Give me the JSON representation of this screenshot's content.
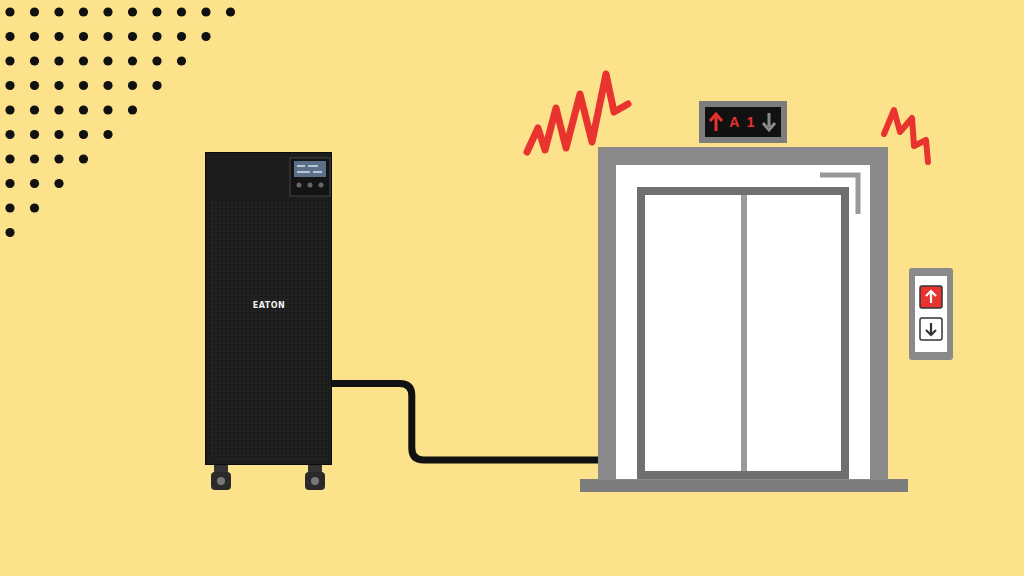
{
  "diagram": {
    "nodes": [
      {
        "text": [
          "EATON"
        ]
      },
      {
        "text": [
          "A 1"
        ]
      }
    ],
    "edges": [
      {
        "from": 0,
        "to": 1,
        "arrow": "none"
      }
    ]
  }
}
